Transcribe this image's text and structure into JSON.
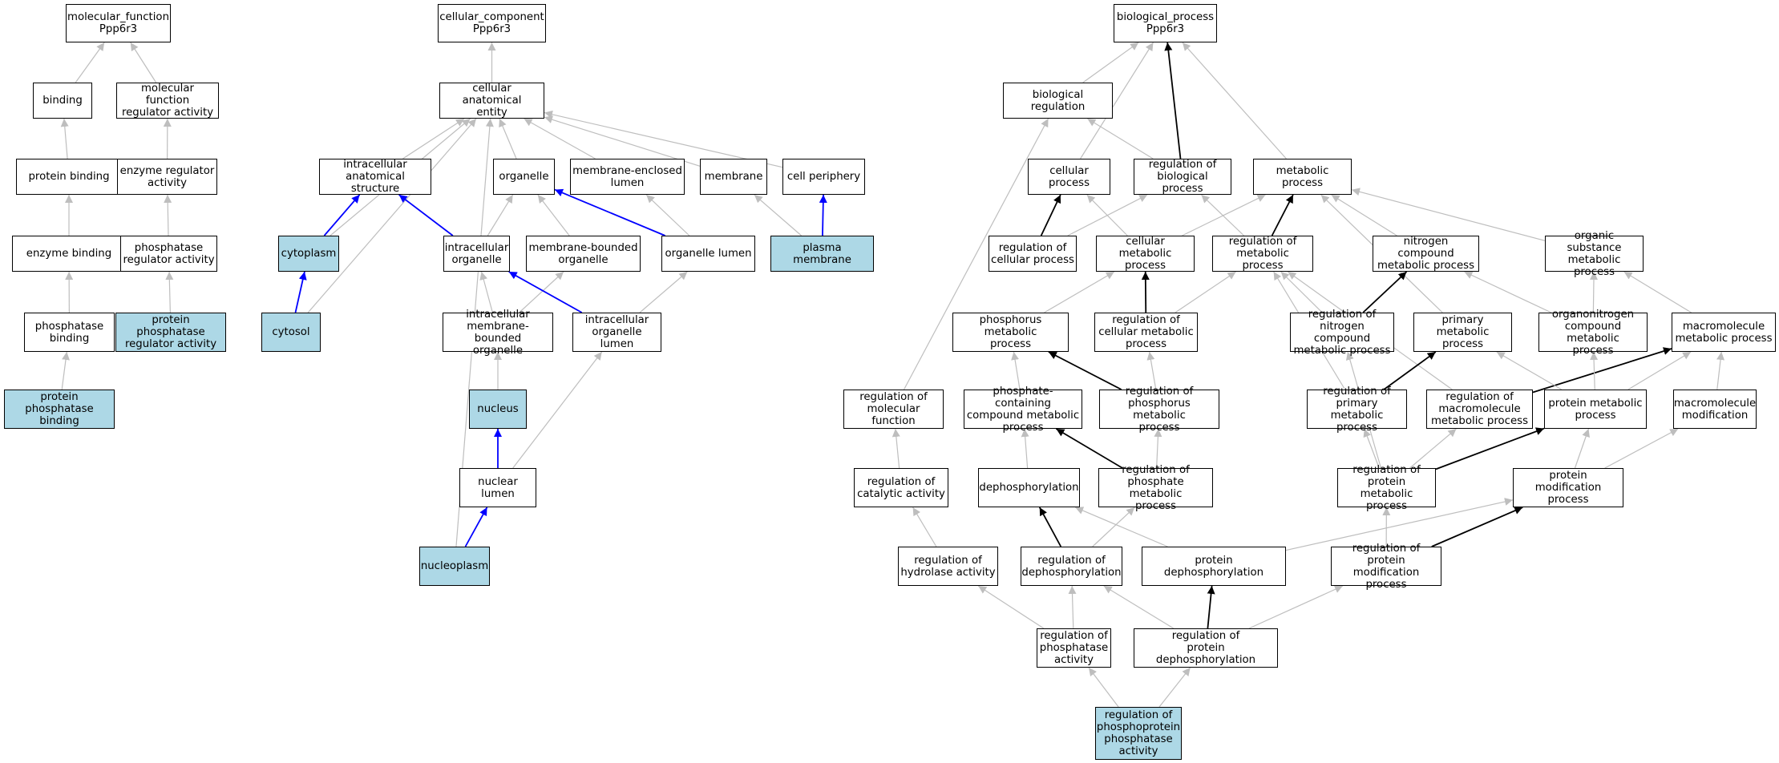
{
  "colors": {
    "highlight": "#add8e6",
    "edge_default": "#bebebe",
    "edge_black": "#000000",
    "edge_blue": "#0000ff"
  },
  "nodes": [
    {
      "id": "mf",
      "label": "molecular_function\nPpp6r3",
      "hl": false
    },
    {
      "id": "binding",
      "label": "binding",
      "hl": false
    },
    {
      "id": "mfra",
      "label": "molecular function\nregulator activity",
      "hl": false
    },
    {
      "id": "pb",
      "label": "protein binding",
      "hl": false
    },
    {
      "id": "era",
      "label": "enzyme regulator\nactivity",
      "hl": false
    },
    {
      "id": "eb",
      "label": "enzyme binding",
      "hl": false
    },
    {
      "id": "pra",
      "label": "phosphatase\nregulator activity",
      "hl": false
    },
    {
      "id": "phb",
      "label": "phosphatase\nbinding",
      "hl": false
    },
    {
      "id": "ppra",
      "label": "protein phosphatase\nregulator activity",
      "hl": true
    },
    {
      "id": "ppb",
      "label": "protein phosphatase\nbinding",
      "hl": true
    },
    {
      "id": "cc",
      "label": "cellular_component\nPpp6r3",
      "hl": false
    },
    {
      "id": "cae",
      "label": "cellular anatomical\nentity",
      "hl": false
    },
    {
      "id": "ias",
      "label": "intracellular\nanatomical structure",
      "hl": false
    },
    {
      "id": "org",
      "label": "organelle",
      "hl": false
    },
    {
      "id": "mel",
      "label": "membrane-enclosed\nlumen",
      "hl": false
    },
    {
      "id": "mem",
      "label": "membrane",
      "hl": false
    },
    {
      "id": "cp",
      "label": "cell periphery",
      "hl": false
    },
    {
      "id": "cyto",
      "label": "cytoplasm",
      "hl": true
    },
    {
      "id": "io",
      "label": "intracellular\norganelle",
      "hl": false
    },
    {
      "id": "mbo",
      "label": "membrane-bounded\norganelle",
      "hl": false
    },
    {
      "id": "ol",
      "label": "organelle lumen",
      "hl": false
    },
    {
      "id": "pm",
      "label": "plasma membrane",
      "hl": true
    },
    {
      "id": "cytosol",
      "label": "cytosol",
      "hl": true
    },
    {
      "id": "imbo",
      "label": "intracellular\nmembrane-bounded\norganelle",
      "hl": false
    },
    {
      "id": "iol",
      "label": "intracellular\norganelle lumen",
      "hl": false
    },
    {
      "id": "nuc",
      "label": "nucleus",
      "hl": true
    },
    {
      "id": "nl",
      "label": "nuclear lumen",
      "hl": false
    },
    {
      "id": "np",
      "label": "nucleoplasm",
      "hl": true
    },
    {
      "id": "bp",
      "label": "biological_process\nPpp6r3",
      "hl": false
    },
    {
      "id": "br",
      "label": "biological regulation",
      "hl": false
    },
    {
      "id": "cellp",
      "label": "cellular process",
      "hl": false
    },
    {
      "id": "rbp",
      "label": "regulation of\nbiological process",
      "hl": false
    },
    {
      "id": "mp",
      "label": "metabolic process",
      "hl": false
    },
    {
      "id": "rcp",
      "label": "regulation of\ncellular process",
      "hl": false
    },
    {
      "id": "cmp",
      "label": "cellular metabolic\nprocess",
      "hl": false
    },
    {
      "id": "rmp",
      "label": "regulation of\nmetabolic process",
      "hl": false
    },
    {
      "id": "ncmp",
      "label": "nitrogen compound\nmetabolic process",
      "hl": false
    },
    {
      "id": "osmp",
      "label": "organic substance\nmetabolic process",
      "hl": false
    },
    {
      "id": "phmp",
      "label": "phosphorus metabolic\nprocess",
      "hl": false
    },
    {
      "id": "rcmp",
      "label": "regulation of\ncellular metabolic\nprocess",
      "hl": false
    },
    {
      "id": "rncmp",
      "label": "regulation of\nnitrogen compound\nmetabolic process",
      "hl": false
    },
    {
      "id": "pmp",
      "label": "primary metabolic\nprocess",
      "hl": false
    },
    {
      "id": "oncmp",
      "label": "organonitrogen\ncompound metabolic\nprocess",
      "hl": false
    },
    {
      "id": "macmp",
      "label": "macromolecule\nmetabolic process",
      "hl": false
    },
    {
      "id": "rmf",
      "label": "regulation of\nmolecular function",
      "hl": false
    },
    {
      "id": "pccmp",
      "label": "phosphate-containing\ncompound metabolic\nprocess",
      "hl": false
    },
    {
      "id": "rphmp",
      "label": "regulation of\nphosphorus metabolic\nprocess",
      "hl": false
    },
    {
      "id": "rpmp",
      "label": "regulation of\nprimary metabolic\nprocess",
      "hl": false
    },
    {
      "id": "rmacmp",
      "label": "regulation of\nmacromolecule\nmetabolic process",
      "hl": false
    },
    {
      "id": "protmp",
      "label": "protein metabolic\nprocess",
      "hl": false
    },
    {
      "id": "macmod",
      "label": "macromolecule\nmodification",
      "hl": false
    },
    {
      "id": "rca",
      "label": "regulation of\ncatalytic activity",
      "hl": false
    },
    {
      "id": "deph",
      "label": "dephosphorylation",
      "hl": false
    },
    {
      "id": "rpmp2",
      "label": "regulation of\nphosphate metabolic\nprocess",
      "hl": false
    },
    {
      "id": "rprotmp",
      "label": "regulation of\nprotein metabolic\nprocess",
      "hl": false
    },
    {
      "id": "pmodp",
      "label": "protein modification\nprocess",
      "hl": false
    },
    {
      "id": "rha",
      "label": "regulation of\nhydrolase activity",
      "hl": false
    },
    {
      "id": "rdeph",
      "label": "regulation of\ndephosphorylation",
      "hl": false
    },
    {
      "id": "pdeph",
      "label": "protein dephosphorylation",
      "hl": false
    },
    {
      "id": "rpmodp",
      "label": "regulation of\nprotein modification\nprocess",
      "hl": false
    },
    {
      "id": "rpa",
      "label": "regulation of\nphosphatase\nactivity",
      "hl": false
    },
    {
      "id": "rpdeph",
      "label": "regulation of\nprotein dephosphorylation",
      "hl": false
    },
    {
      "id": "rppa",
      "label": "regulation of\nphosphoprotein\nphosphatase\nactivity",
      "hl": true
    }
  ],
  "edges": [
    [
      "binding",
      "mf",
      "gray"
    ],
    [
      "mfra",
      "mf",
      "gray"
    ],
    [
      "pb",
      "binding",
      "gray"
    ],
    [
      "era",
      "mfra",
      "gray"
    ],
    [
      "eb",
      "pb",
      "gray"
    ],
    [
      "pra",
      "era",
      "gray"
    ],
    [
      "phb",
      "eb",
      "gray"
    ],
    [
      "ppra",
      "pra",
      "gray"
    ],
    [
      "ppb",
      "phb",
      "gray"
    ],
    [
      "cae",
      "cc",
      "gray"
    ],
    [
      "ias",
      "cae",
      "gray"
    ],
    [
      "org",
      "cae",
      "gray"
    ],
    [
      "mel",
      "cae",
      "gray"
    ],
    [
      "mem",
      "cae",
      "gray"
    ],
    [
      "cp",
      "cae",
      "gray"
    ],
    [
      "cyto",
      "cae",
      "gray"
    ],
    [
      "cytosol",
      "cae",
      "gray"
    ],
    [
      "np",
      "cae",
      "gray"
    ],
    [
      "cyto",
      "ias",
      "blue"
    ],
    [
      "io",
      "ias",
      "blue"
    ],
    [
      "io",
      "org",
      "gray"
    ],
    [
      "mbo",
      "org",
      "gray"
    ],
    [
      "ol",
      "org",
      "blue"
    ],
    [
      "ol",
      "mel",
      "gray"
    ],
    [
      "pm",
      "mem",
      "gray"
    ],
    [
      "pm",
      "cp",
      "blue"
    ],
    [
      "cytosol",
      "cyto",
      "blue"
    ],
    [
      "imbo",
      "io",
      "gray"
    ],
    [
      "imbo",
      "mbo",
      "gray"
    ],
    [
      "iol",
      "io",
      "blue"
    ],
    [
      "iol",
      "ol",
      "gray"
    ],
    [
      "nuc",
      "imbo",
      "gray"
    ],
    [
      "nl",
      "iol",
      "gray"
    ],
    [
      "nl",
      "nuc",
      "blue"
    ],
    [
      "np",
      "nl",
      "blue"
    ],
    [
      "br",
      "bp",
      "gray"
    ],
    [
      "cellp",
      "bp",
      "gray"
    ],
    [
      "rbp",
      "bp",
      "black"
    ],
    [
      "mp",
      "bp",
      "gray"
    ],
    [
      "rbp",
      "br",
      "gray"
    ],
    [
      "rmf",
      "br",
      "gray"
    ],
    [
      "rcp",
      "cellp",
      "black"
    ],
    [
      "rcp",
      "rbp",
      "gray"
    ],
    [
      "cmp",
      "cellp",
      "gray"
    ],
    [
      "rmp",
      "mp",
      "black"
    ],
    [
      "rmp",
      "rbp",
      "gray"
    ],
    [
      "cmp",
      "mp",
      "gray"
    ],
    [
      "ncmp",
      "mp",
      "gray"
    ],
    [
      "osmp",
      "mp",
      "gray"
    ],
    [
      "pmp",
      "mp",
      "gray"
    ],
    [
      "rcmp",
      "cmp",
      "black"
    ],
    [
      "rcmp",
      "rmp",
      "gray"
    ],
    [
      "phmp",
      "cmp",
      "gray"
    ],
    [
      "rncmp",
      "rmp",
      "gray"
    ],
    [
      "rncmp",
      "ncmp",
      "black"
    ],
    [
      "rpmp",
      "rmp",
      "gray"
    ],
    [
      "rmacmp",
      "rmp",
      "gray"
    ],
    [
      "oncmp",
      "ncmp",
      "gray"
    ],
    [
      "oncmp",
      "osmp",
      "gray"
    ],
    [
      "macmp",
      "osmp",
      "gray"
    ],
    [
      "pccmp",
      "phmp",
      "gray"
    ],
    [
      "rphmp",
      "phmp",
      "black"
    ],
    [
      "rphmp",
      "rcmp",
      "gray"
    ],
    [
      "rpmp",
      "pmp",
      "black"
    ],
    [
      "rprotmp",
      "rncmp",
      "gray"
    ],
    [
      "rmacmp",
      "macmp",
      "black"
    ],
    [
      "protmp",
      "pmp",
      "gray"
    ],
    [
      "protmp",
      "oncmp",
      "gray"
    ],
    [
      "protmp",
      "macmp",
      "gray"
    ],
    [
      "macmod",
      "macmp",
      "gray"
    ],
    [
      "rca",
      "rmf",
      "gray"
    ],
    [
      "deph",
      "pccmp",
      "gray"
    ],
    [
      "rpmp2",
      "pccmp",
      "black"
    ],
    [
      "rpmp2",
      "rphmp",
      "gray"
    ],
    [
      "rprotmp",
      "rpmp",
      "gray"
    ],
    [
      "rprotmp",
      "rmacmp",
      "gray"
    ],
    [
      "rprotmp",
      "protmp",
      "black"
    ],
    [
      "pmodp",
      "protmp",
      "gray"
    ],
    [
      "pmodp",
      "macmod",
      "gray"
    ],
    [
      "rha",
      "rca",
      "gray"
    ],
    [
      "rdeph",
      "deph",
      "black"
    ],
    [
      "rdeph",
      "rpmp2",
      "gray"
    ],
    [
      "pdeph",
      "deph",
      "gray"
    ],
    [
      "pdeph",
      "pmodp",
      "gray"
    ],
    [
      "rpmodp",
      "rprotmp",
      "gray"
    ],
    [
      "rpmodp",
      "pmodp",
      "black"
    ],
    [
      "rpa",
      "rha",
      "gray"
    ],
    [
      "rpa",
      "rdeph",
      "gray"
    ],
    [
      "rpdeph",
      "pdeph",
      "black"
    ],
    [
      "rpdeph",
      "rdeph",
      "gray"
    ],
    [
      "rpdeph",
      "rpmodp",
      "gray"
    ],
    [
      "rppa",
      "rpa",
      "gray"
    ],
    [
      "rppa",
      "rpdeph",
      "gray"
    ]
  ]
}
